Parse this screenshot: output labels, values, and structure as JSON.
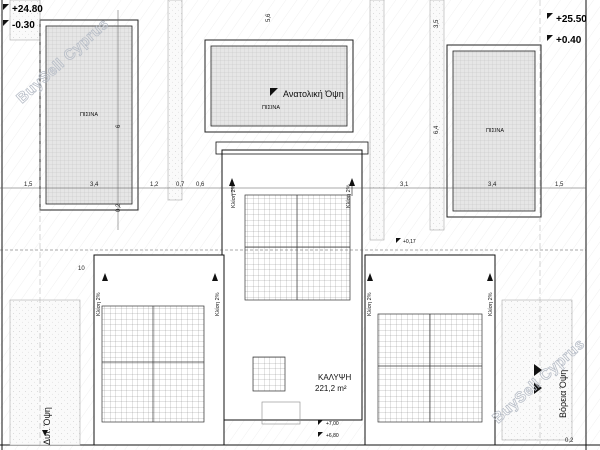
{
  "plan": {
    "levels": {
      "top_left_1": "+24.80",
      "top_left_2": "-0.30",
      "top_right_1": "+25.50",
      "top_right_2": "+0.40",
      "mid_1": "+0,17",
      "bottom_1": "+7,00",
      "bottom_2": "+6,80"
    },
    "pools": {
      "left": "ΠΙΣΙΝΑ",
      "center": "ΠΙΣΙΝΑ",
      "right": "ΠΙΣΙΝΑ"
    },
    "views": {
      "east": "Ανατολική Όψη",
      "north": "Βόρεια Όψη",
      "west": "Δυτ. Όψη"
    },
    "slope_label": "Κλίση 2%",
    "coverage": {
      "title": "ΚΑΛΥΨΗ",
      "value": "221,2 m²"
    },
    "dimensions": {
      "d15": "1,5",
      "d34": "3,4",
      "d12": "1,2",
      "d07": "0,7",
      "d06": "0,6",
      "d31": "3,1",
      "d64": "6,4",
      "d6": "6",
      "d35": "3,5",
      "d56": "5,6",
      "d02": "0,2",
      "d10": "10"
    },
    "watermark": "BuySell Cyprus"
  }
}
